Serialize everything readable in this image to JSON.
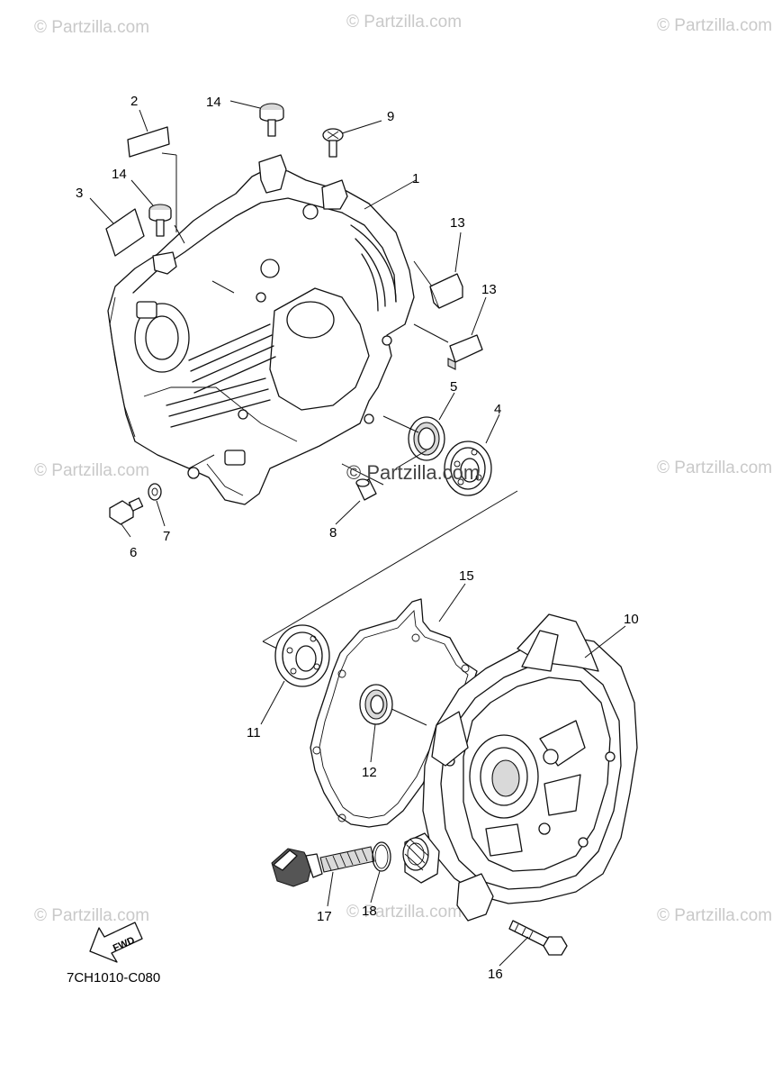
{
  "watermarks": {
    "top_left": "© Partzilla.com",
    "top_center": "© Partzilla.com",
    "top_right": "© Partzilla.com",
    "mid_left": "© Partzilla.com",
    "center": "© Partzilla.com",
    "mid_right": "© Partzilla.com",
    "bottom_left": "© Partzilla.com",
    "bottom_center": "© Partzilla.com",
    "bottom_right": "© Partzilla.com"
  },
  "callouts": {
    "c1": "1",
    "c2": "2",
    "c3": "3",
    "c4": "4",
    "c5": "5",
    "c6": "6",
    "c7": "7",
    "c8": "8",
    "c9": "9",
    "c10": "10",
    "c11": "11",
    "c12": "12",
    "c13a": "13",
    "c13b": "13",
    "c14a": "14",
    "c14b": "14",
    "c15": "15",
    "c16": "16",
    "c17": "17",
    "c18": "18"
  },
  "fwd_label": "FWD",
  "diagram_code": "7CH1010-C080"
}
